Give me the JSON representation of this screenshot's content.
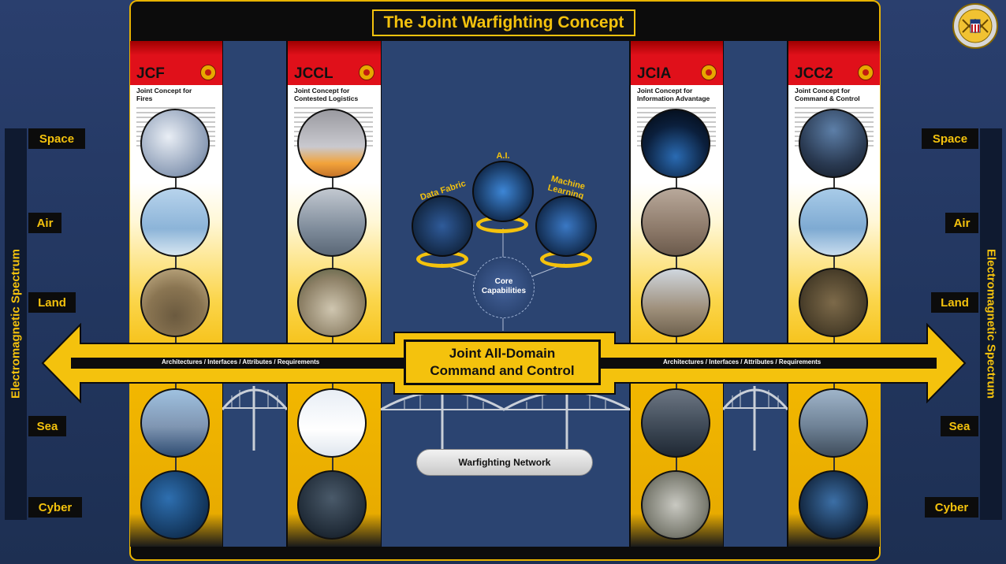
{
  "title": "The Joint Warfighting Concept",
  "pillars": [
    {
      "abbr": "JCF",
      "line1": "Joint Concept for",
      "line2": "Fires"
    },
    {
      "abbr": "JCCL",
      "line1": "Joint Concept for",
      "line2": "Contested Logistics"
    },
    {
      "abbr": "JCIA",
      "line1": "Joint Concept for",
      "line2": "Information Advantage"
    },
    {
      "abbr": "JCC2",
      "line1": "Joint Concept for",
      "line2": "Command & Control"
    }
  ],
  "domains": [
    "Space",
    "Air",
    "Land",
    "Sea",
    "Cyber"
  ],
  "side_label": "Electromagnetic Spectrum",
  "capabilities": {
    "data_fabric": "Data Fabric",
    "ai": "A.I.",
    "ml_line1": "Machine",
    "ml_line2": "Learning"
  },
  "core": {
    "line1": "Core",
    "line2": "Capabilities"
  },
  "jadc2": {
    "line1": "Joint All-Domain",
    "line2": "Command and Control"
  },
  "bar_label": "Architectures / Interfaces / Attributes / Requirements",
  "network": "Warfighting Network",
  "colors": {
    "gold": "#f4c20d",
    "red": "#e0101a",
    "navy": "#2b4471",
    "black": "#0c0c0c"
  },
  "icons": [
    "seal-icon",
    "pillar-emblem-icon",
    "data-fabric-icon",
    "ai-chip-icon",
    "machine-learning-icon",
    "core-network-icon",
    "double-arrow-icon",
    "bridge-icon"
  ]
}
